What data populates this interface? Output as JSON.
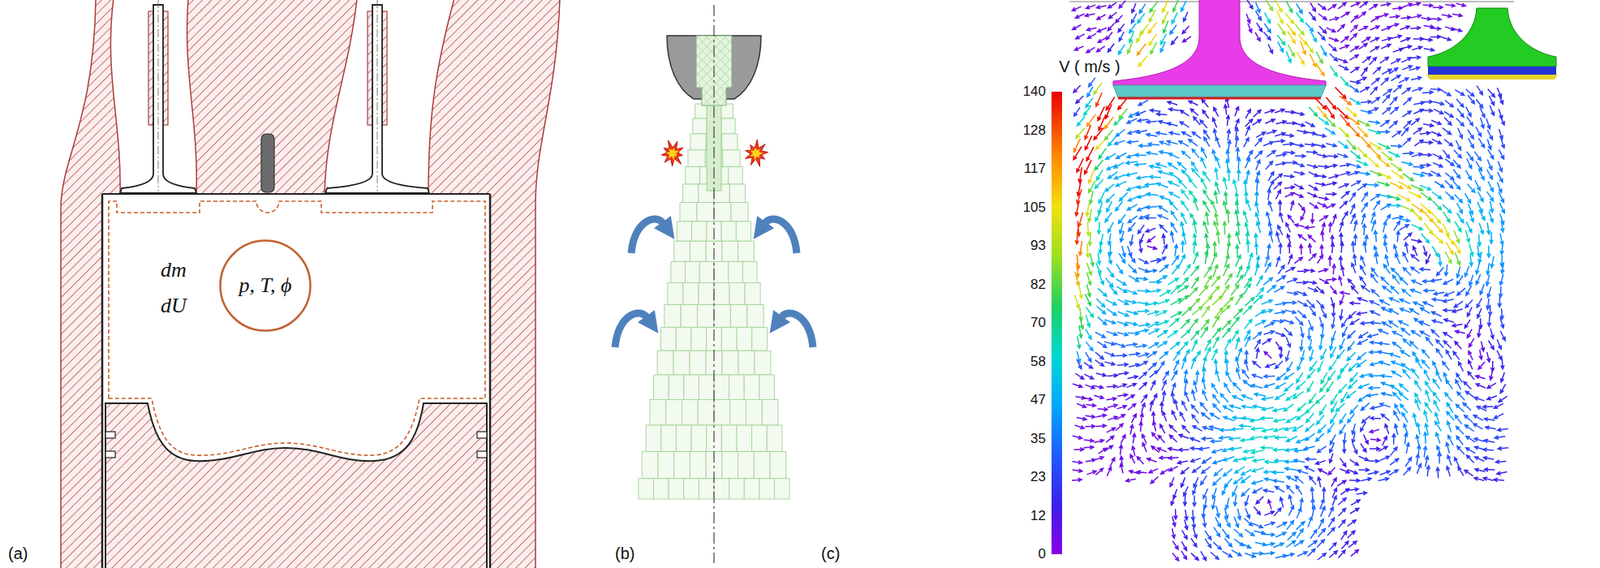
{
  "diagram": {
    "nodes": [
      {
        "text": [
          "p, T, ϕ"
        ]
      }
    ],
    "labels": [
      "dm",
      "dU",
      "(a)",
      "(b)",
      "V ( m/s )",
      "140",
      "128",
      "117",
      "105",
      "93",
      "82",
      "70",
      "58",
      "47",
      "35",
      "23",
      "12",
      "0",
      "(c)"
    ]
  }
}
